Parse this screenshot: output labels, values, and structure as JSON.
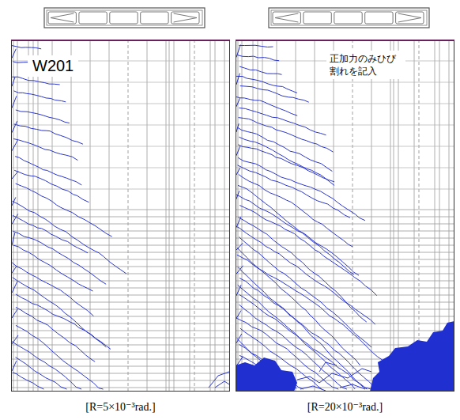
{
  "diagram": {
    "nodes": [
      {
        "text": [
          "W201"
        ]
      },
      {
        "text": [
          "正加力のみひび 割れを記入"
        ]
      }
    ],
    "labels": [
      "[R=5×10⁻³rad.]",
      "[R=20×10⁻³rad.]"
    ]
  }
}
